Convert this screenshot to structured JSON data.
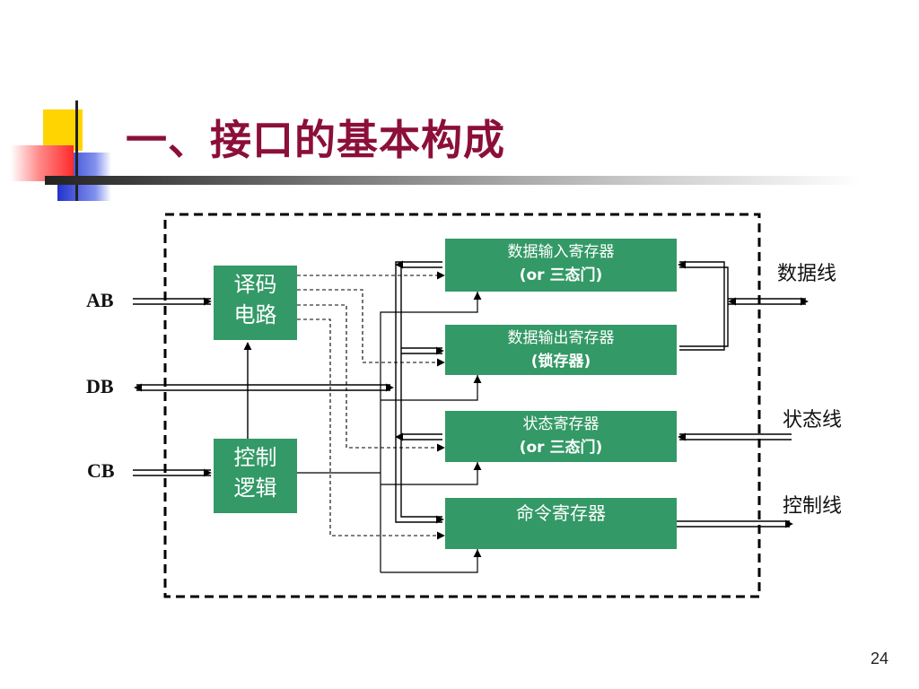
{
  "title": "一、接口的基本构成",
  "page_number": "24",
  "decoder": {
    "line1": "译码",
    "line2": "电路"
  },
  "control_logic": {
    "line1": "控制",
    "line2": "逻辑"
  },
  "registers": [
    {
      "line1": "数据输入寄存器",
      "line2": "(or 三态门)"
    },
    {
      "line1": "数据输出寄存器",
      "line2": "(锁存器)"
    },
    {
      "line1": "状态寄存器",
      "line2": "(or 三态门)"
    },
    {
      "line1": "命令寄存器",
      "line2": ""
    }
  ],
  "buses": {
    "ab": "AB",
    "db": "DB",
    "cb": "CB"
  },
  "external_lines": {
    "data": "数据线",
    "status": "状态线",
    "control": "控制线"
  },
  "colors": {
    "title": "#8b0f3a",
    "box_fill": "#339966"
  }
}
